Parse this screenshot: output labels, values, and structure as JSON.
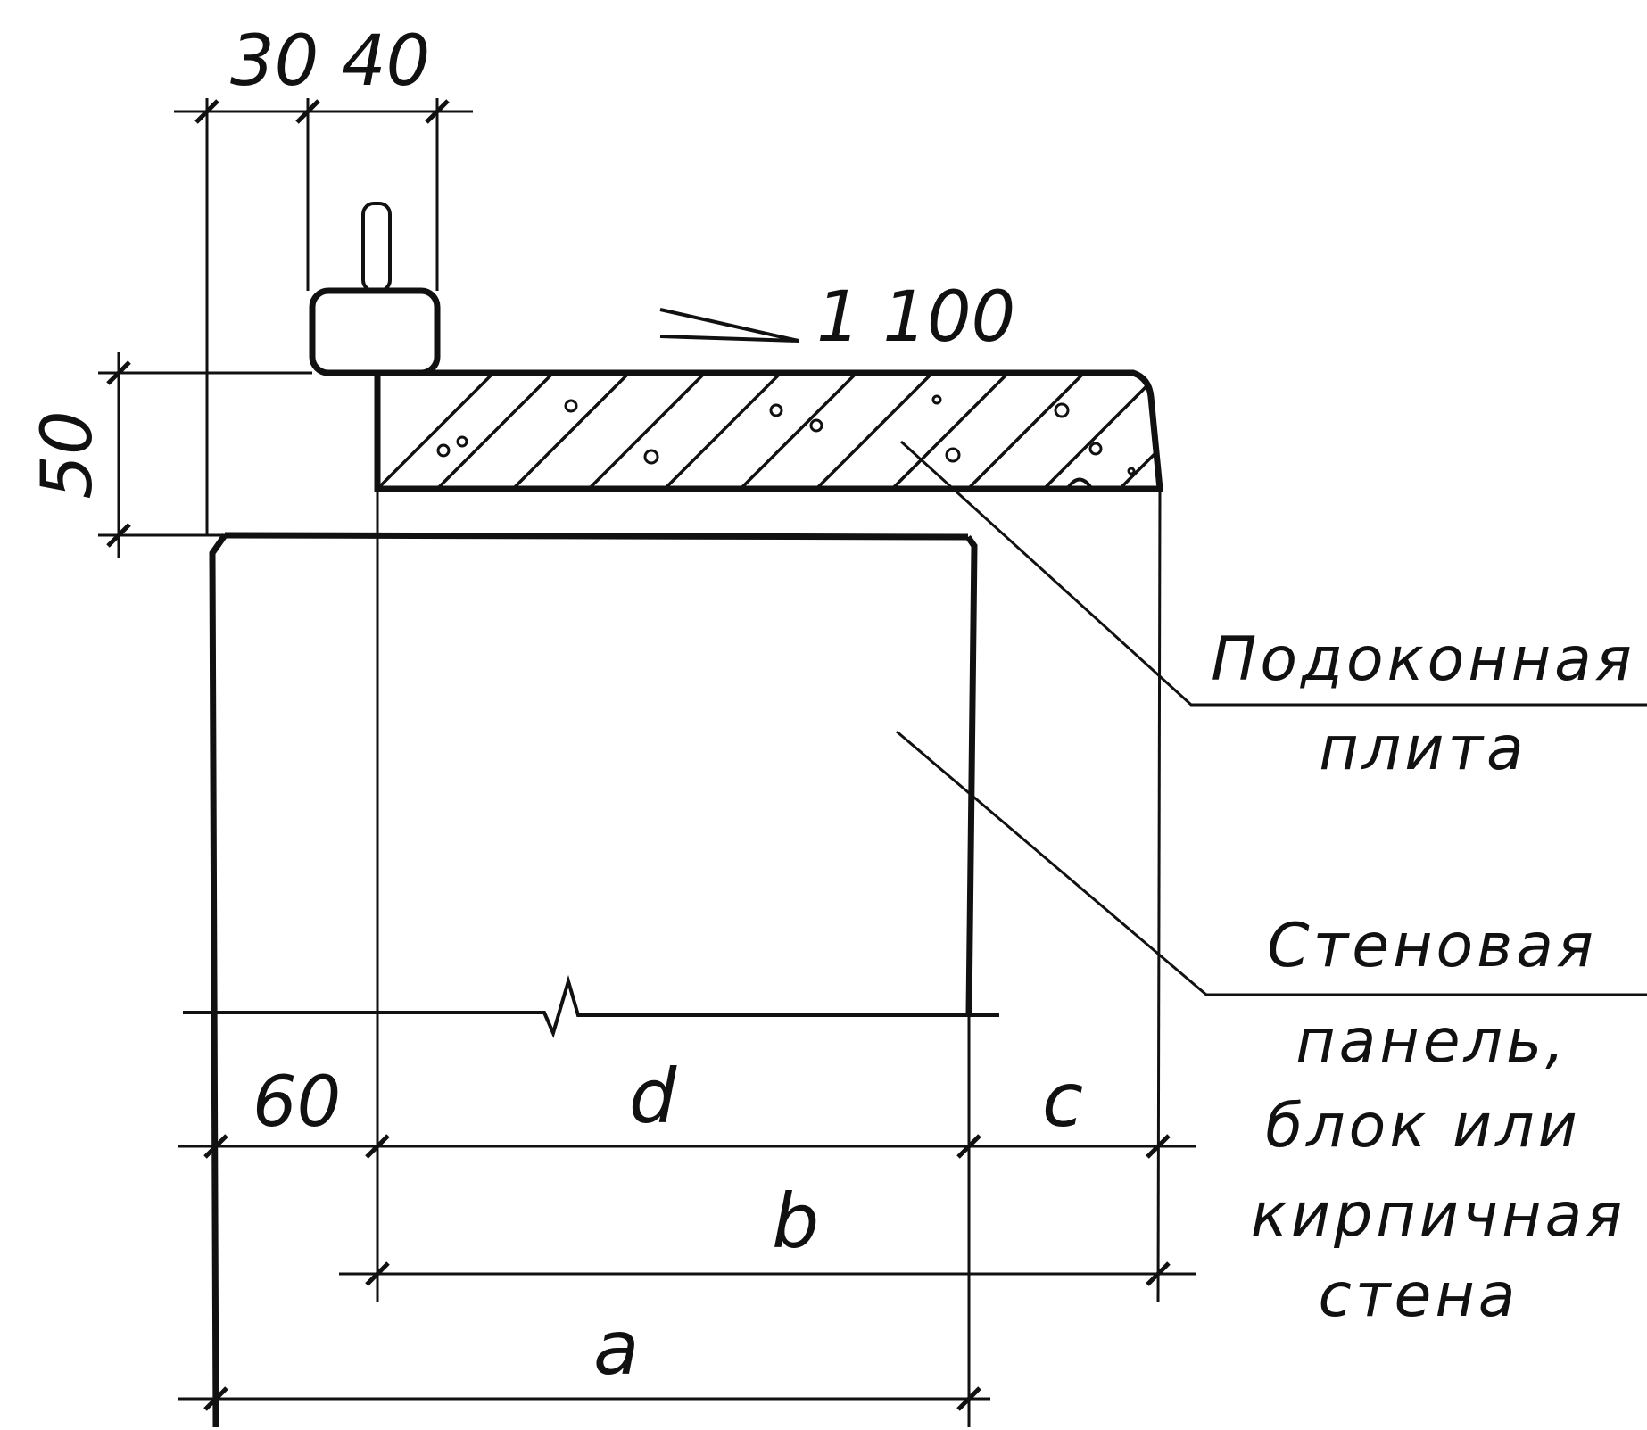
{
  "dimensions": {
    "top_left": "30",
    "top_right": "40",
    "slope": "1 100",
    "height": "50",
    "offset": "60",
    "d": "d",
    "c": "c",
    "b": "b",
    "a": "a"
  },
  "labels": {
    "sill_plate": [
      "Подоконная",
      "плита"
    ],
    "wall": [
      "Стеновая",
      "панель,",
      "блок или",
      "кирпичная",
      "стена"
    ]
  }
}
